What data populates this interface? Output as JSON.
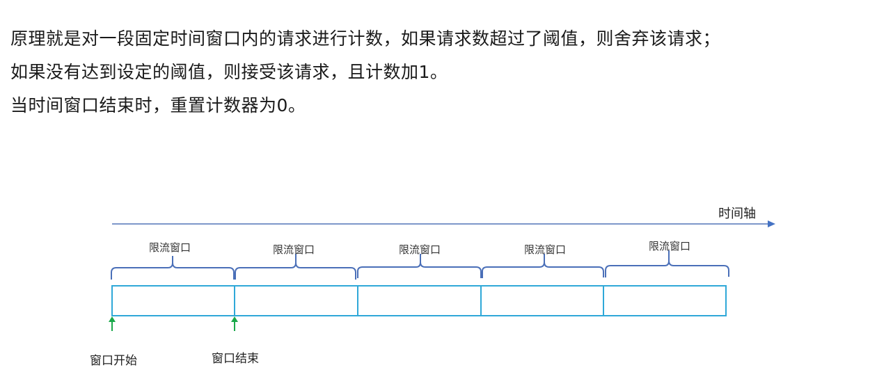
{
  "text": {
    "line1": "原理就是对一段固定时间窗口内的请求进行计数，如果请求数超过了阈值，则舍弃该请求；",
    "line2": "如果没有达到设定的阈值，则接受该请求，且计数加1。",
    "line3": "当时间窗口结束时，重置计数器为0。"
  },
  "diagram": {
    "axis_label": "时间轴",
    "windows": [
      {
        "label": "限流窗口"
      },
      {
        "label": "限流窗口"
      },
      {
        "label": "限流窗口"
      },
      {
        "label": "限流窗口"
      },
      {
        "label": "限流窗口"
      }
    ],
    "markers": {
      "start_label": "窗口开始",
      "end_label": "窗口结束"
    },
    "colors": {
      "axis": "#4472c4",
      "brace": "#4a6fb8",
      "box": "#2fa8d8",
      "marker_arrow": "#1aa84a"
    }
  }
}
